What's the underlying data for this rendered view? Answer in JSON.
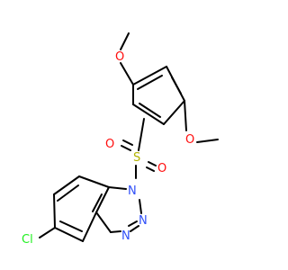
{
  "molecule": {
    "atoms": {
      "o_top": {
        "label": "O",
        "color": "#ff0d0d"
      },
      "o_right": {
        "label": "O",
        "color": "#ff0d0d"
      },
      "o_sulfonyl_left": {
        "label": "O",
        "color": "#ff0d0d"
      },
      "s": {
        "label": "S",
        "color": "#b2b200"
      },
      "o_sulfonyl_bottom": {
        "label": "O",
        "color": "#ff0d0d"
      },
      "n1": {
        "label": "N",
        "color": "#3050f8"
      },
      "n2": {
        "label": "N",
        "color": "#3050f8"
      },
      "n3": {
        "label": "N",
        "color": "#3050f8"
      },
      "cl": {
        "label": "Cl",
        "color": "#1ff01f"
      }
    }
  }
}
